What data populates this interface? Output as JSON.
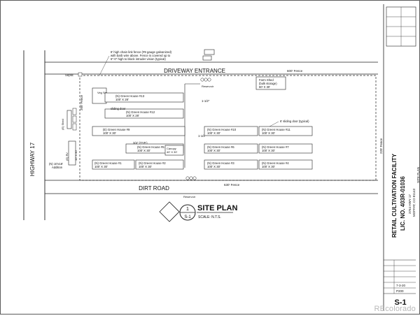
{
  "plan": {
    "highway_label": "HIGHWAY 17",
    "driveway_label": "DRIVEWAY ENTRANCE",
    "dirt_road_label": "DIRT ROAD",
    "fence_top": "600' Fence",
    "fence_bottom": "630' Fence",
    "fence_right": "220' Fence",
    "fence_left": "200' Fence",
    "fence_note": [
      "8' high chain link fence (#9 gauge galvanized)",
      "with barb wire above. Fence is covered up to",
      "6\"-0\" high to block intruder vision (typical)"
    ],
    "septic": "Septic",
    "reservoir_top": "Reservoir",
    "reservoir_bottom": "Reservoir",
    "vac_sta": "Veg Sta.",
    "shed": "(E) Shed",
    "sliding_door": "sliding door",
    "sliding_door_typ": "6' sliding door (typical)",
    "pipe_1": "1-1/2\"",
    "pipe_2": "1-1/2\"",
    "pipe_3": "3/4\" (TYP.)",
    "farm_shed": [
      "Farm Shed",
      "(bulk storage)",
      "60' X 30'"
    ],
    "addition": [
      "(N) 10'x18'",
      "Addition"
    ],
    "rv": [
      "(E) RV",
      "10' X 30'"
    ],
    "canopy": [
      "Canopy",
      "40' X 30'"
    ],
    "greenhouses_top": [
      {
        "name": "(N) Green House #13",
        "size": "100' X 28'"
      },
      {
        "name": "(N) Green House #12",
        "size": "100' X 28'"
      }
    ],
    "row_a": [
      {
        "name": "(E) Green House #9",
        "size": "100' X 30'"
      },
      {
        "name": "(N) Green House #10",
        "size": "100' X 30'"
      },
      {
        "name": "(N) Green House #11",
        "size": "100' X 30'"
      }
    ],
    "row_b": [
      {
        "name": "(N) Green House #5",
        "size": "100' X 30'"
      },
      {
        "name": "(N) Green House #6",
        "size": "100' X 30'"
      },
      {
        "name": "(N) Green House #7",
        "size": "100' X 30'"
      }
    ],
    "row_c": [
      {
        "name": "(N) Green House #1",
        "size": "100' X 30'"
      },
      {
        "name": "(N) Green House #2",
        "size": "100' X 30'"
      },
      {
        "name": "(N) Green House #3",
        "size": "100' X 30'"
      },
      {
        "name": "(N) Green House #4",
        "size": "100' X 30'"
      }
    ]
  },
  "callout": {
    "number": "1",
    "sheet": "S-1",
    "title": "SITE PLAN",
    "scale": "SCALE: N.T.S."
  },
  "title_block": {
    "project": "RETAIL CULTIVATION FACILITY",
    "license": "LIC. NO. 403R-01036",
    "address_1": "3764 HWY 17",
    "address_2": "MOFFAT, CO 81143",
    "sheet_name": "SITE PLAN",
    "date": "7-3-20",
    "job": "P200",
    "sheet_no": "S-1"
  },
  "watermark": "REcolorado"
}
